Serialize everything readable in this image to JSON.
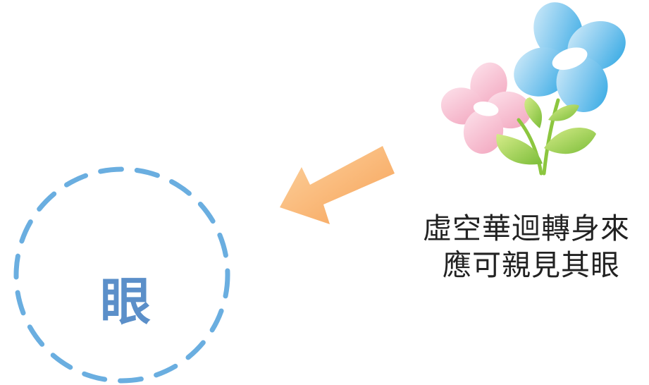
{
  "eye": {
    "label": "眼"
  },
  "poem": {
    "line1": "虛空華迴轉身來",
    "line2": "應可親見其眼"
  },
  "colors": {
    "circle_dash": "#6aaee0",
    "eye_text": "#5b8fc9",
    "arrow_light": "#fcd3a0",
    "arrow_dark": "#f7a156",
    "flower_blue": "#3aaee6",
    "flower_pink": "#f2a4bd",
    "leaf_green": "#8cc63f",
    "text": "#222222"
  },
  "icons": {
    "flower": "flower-icon",
    "arrow": "arrow-left-down-icon"
  }
}
